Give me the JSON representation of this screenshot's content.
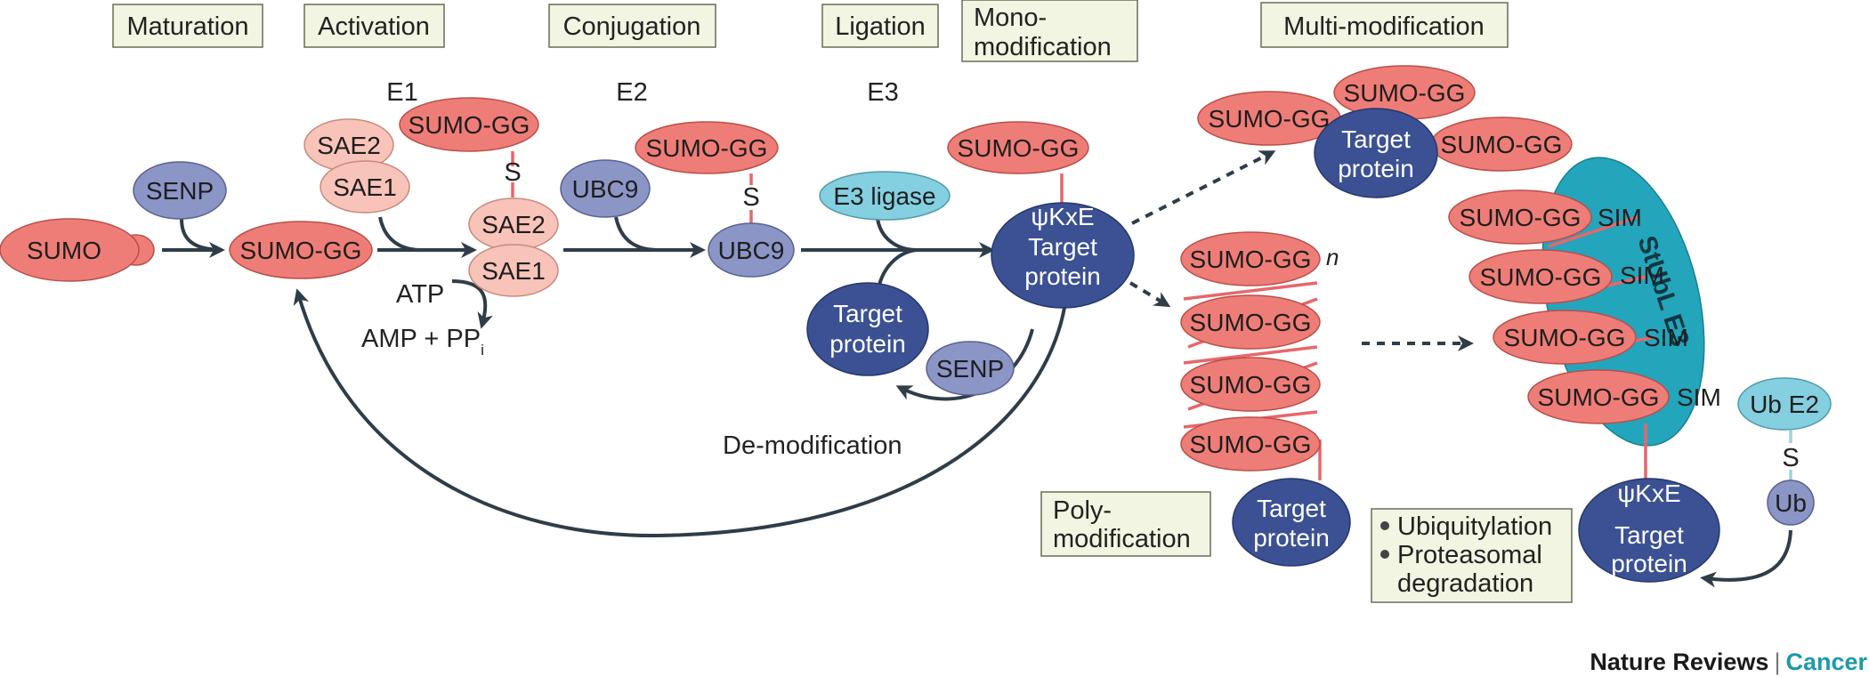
{
  "stages": {
    "maturation": "Maturation",
    "activation": "Activation",
    "conjugation": "Conjugation",
    "ligation": "Ligation",
    "mono_line1": "Mono-",
    "mono_line2": "modification",
    "multi": "Multi-modification"
  },
  "enzyme_labels": {
    "e1": "E1",
    "e2": "E2",
    "e3": "E3"
  },
  "molecules": {
    "sumo": "SUMO",
    "sumo_gg": "SUMO-GG",
    "senp": "SENP",
    "sae2": "SAE2",
    "sae1": "SAE1",
    "ubc9": "UBC9",
    "e3_ligase": "E3 ligase",
    "target_line1": "Target",
    "target_line2": "protein",
    "psikxe": "ψKxE",
    "stubl_e3": "StUbL E3",
    "sim": "SIM",
    "ub_e2": "Ub E2",
    "ub": "Ub",
    "thioester": "S"
  },
  "reaction": {
    "atp": "ATP",
    "amp": "AMP + PP",
    "amp_sub": "i"
  },
  "annotations": {
    "n": "n",
    "demod": "De-modification",
    "poly_line1": "Poly-",
    "poly_line2": "modification",
    "outcome1": "Ubiquitylation",
    "outcome2": "Proteasomal",
    "outcome3": "degradation"
  },
  "brand": {
    "journal": "Nature Reviews",
    "separator": "|",
    "section": "Cancer"
  },
  "colors": {
    "sumo": "#ef7d77",
    "sae": "#f8c3b8",
    "senp_ubc9": "#8b95c6",
    "target": "#3c5193",
    "e3_ligase": "#84cfe0",
    "stubl": "#23a5bc",
    "label_box": "#f1f5e1",
    "brand_accent": "#1b9aaa"
  }
}
